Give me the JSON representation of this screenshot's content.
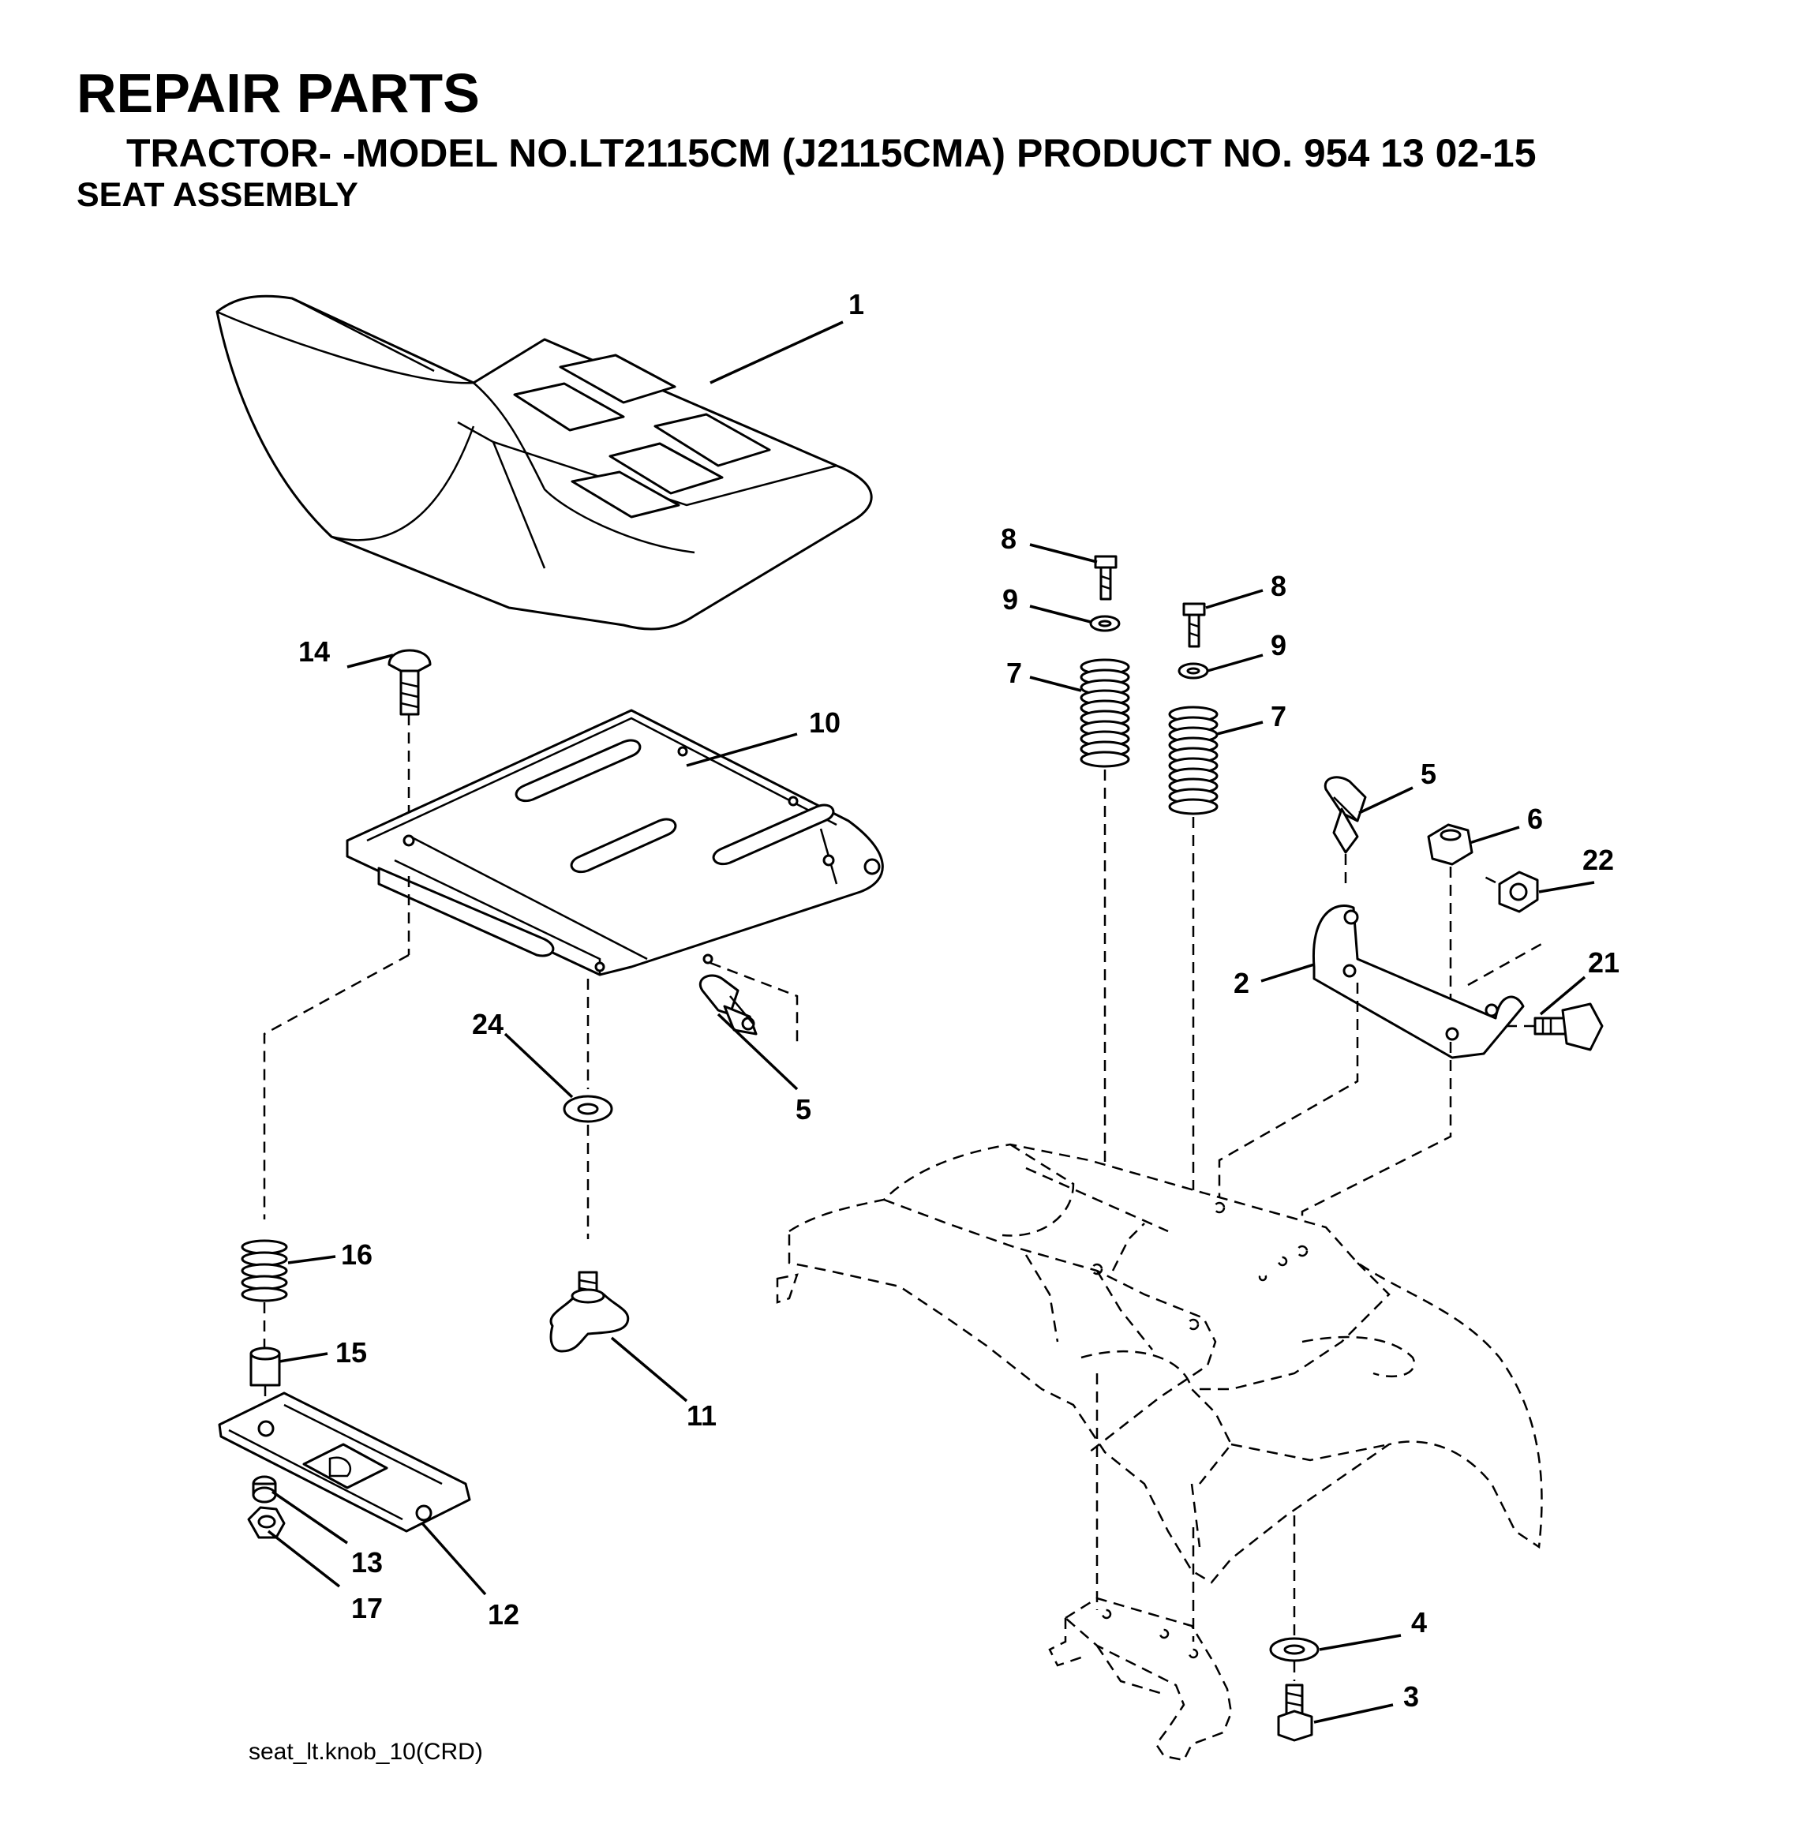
{
  "header": {
    "title": "REPAIR PARTS",
    "subtitle": "TRACTOR- -MODEL NO.LT2115CM (J2115CMA) PRODUCT NO. 954 13 02-15",
    "section": "SEAT ASSEMBLY"
  },
  "footer": {
    "drawing_id": "seat_lt.knob_10(CRD)"
  },
  "callouts": [
    {
      "id": "c1",
      "label": "1"
    },
    {
      "id": "c14",
      "label": "14"
    },
    {
      "id": "c10",
      "label": "10"
    },
    {
      "id": "c5a",
      "label": "5"
    },
    {
      "id": "c24",
      "label": "24"
    },
    {
      "id": "c16",
      "label": "16"
    },
    {
      "id": "c15",
      "label": "15"
    },
    {
      "id": "c11",
      "label": "11"
    },
    {
      "id": "c13",
      "label": "13"
    },
    {
      "id": "c17",
      "label": "17"
    },
    {
      "id": "c12",
      "label": "12"
    },
    {
      "id": "c8a",
      "label": "8"
    },
    {
      "id": "c9a",
      "label": "9"
    },
    {
      "id": "c7a",
      "label": "7"
    },
    {
      "id": "c8b",
      "label": "8"
    },
    {
      "id": "c9b",
      "label": "9"
    },
    {
      "id": "c7b",
      "label": "7"
    },
    {
      "id": "c5b",
      "label": "5"
    },
    {
      "id": "c6",
      "label": "6"
    },
    {
      "id": "c22",
      "label": "22"
    },
    {
      "id": "c2",
      "label": "2"
    },
    {
      "id": "c21",
      "label": "21"
    },
    {
      "id": "c4",
      "label": "4"
    },
    {
      "id": "c3",
      "label": "3"
    }
  ]
}
